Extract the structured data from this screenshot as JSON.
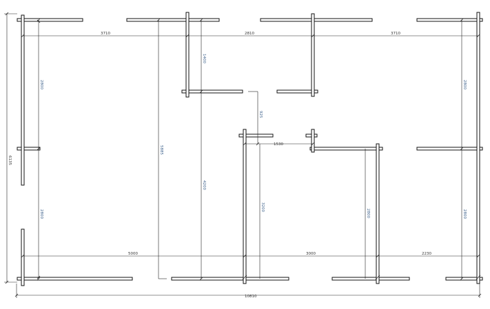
{
  "plan": {
    "overall_width": "10810",
    "overall_height": "6135",
    "top_dims": [
      "3710",
      "2810",
      "3710"
    ],
    "bottom_dims": [
      "5000",
      "3000",
      "2230"
    ],
    "inner_dims": {
      "left_upper": "2800",
      "left_lower": "2800",
      "center_long": "5885",
      "top_stub": "1400",
      "mid_partition": "4200",
      "gap_small": "925",
      "corridor": "1530",
      "room_center": "3200",
      "room_right": "2800",
      "right_upper": "2800",
      "right_lower": "2800"
    }
  }
}
